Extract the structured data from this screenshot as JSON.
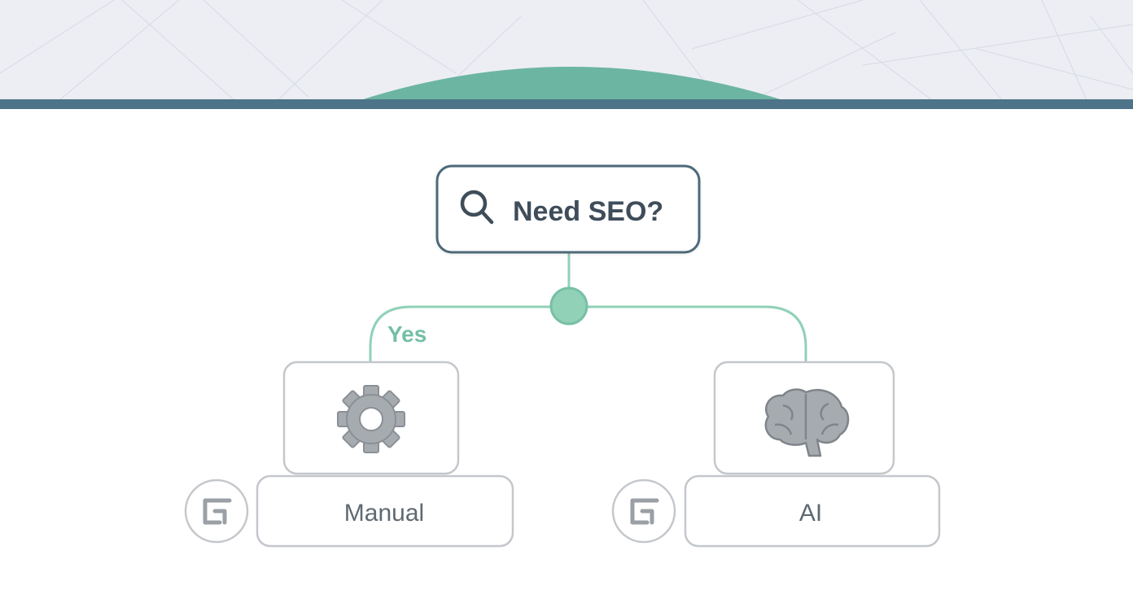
{
  "colors": {
    "header_background": "#eceef3",
    "header_band": "#4d7488",
    "header_dome": "#6cb5a3",
    "connector_green": "#91d1b7",
    "node_border_dark": "#4e6979",
    "node_border_light": "#c4c7cc",
    "text_dark": "#3f4d5a",
    "text_label": "#5f6972",
    "yes_green": "#74bfa5",
    "icon_gray": "#9aa0a6"
  },
  "root": {
    "label": "Need SEO?",
    "icon": "magnifier-icon"
  },
  "branch_label": "Yes",
  "options": [
    {
      "id": "manual",
      "label": "Manual",
      "icon": "gear-icon",
      "badge_icon": "document-icon"
    },
    {
      "id": "ai",
      "label": "AI",
      "icon": "brain-icon",
      "badge_icon": "document-icon"
    }
  ]
}
